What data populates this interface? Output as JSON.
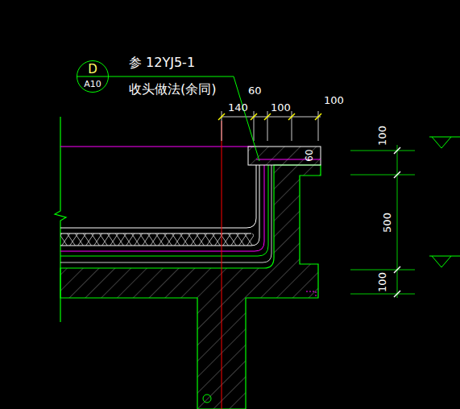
{
  "diagram": {
    "nodes": [
      {
        "text": [
          "D",
          "A10"
        ]
      }
    ],
    "labels": [
      "参 12YJ5-1",
      "收头做法(余同)",
      "60",
      "140",
      "100",
      "100",
      "60",
      "100",
      "500",
      "100"
    ]
  }
}
